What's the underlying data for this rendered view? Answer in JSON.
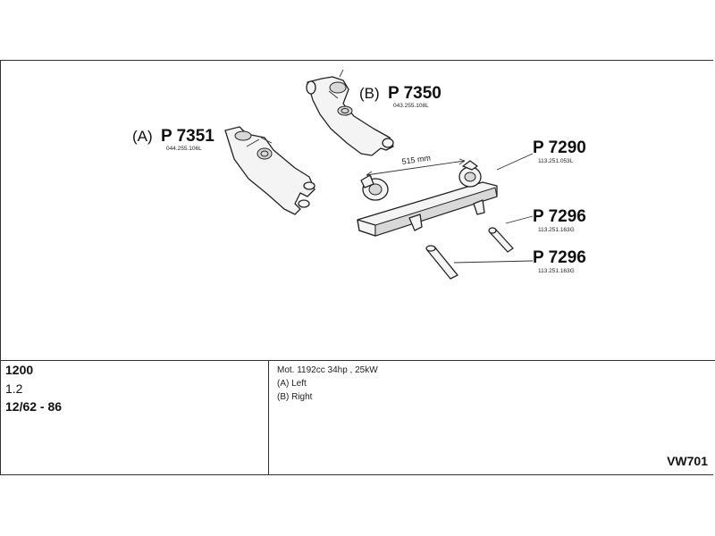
{
  "parts": [
    {
      "id": "A",
      "side_letter": "(A)",
      "number": "P 7351",
      "ref": "044.255.106L"
    },
    {
      "id": "B",
      "side_letter": "(B)",
      "number": "P 7350",
      "ref": "043.255.108L"
    },
    {
      "id": "muffler",
      "number": "P 7290",
      "ref": "113.251.053L"
    },
    {
      "id": "tailpipe-1",
      "number": "P 7296",
      "ref": "113.251.163G"
    },
    {
      "id": "tailpipe-2",
      "number": "P 7296",
      "ref": "113.251.163G"
    }
  ],
  "dimension": "515 mm",
  "vehicle": {
    "model": "1200",
    "engine": "1.2",
    "years": "12/62 - 86"
  },
  "notes": [
    "Mot. 1192cc 34hp , 25kW",
    "(A) Left",
    "(B) Right"
  ],
  "diagram_code": "VW701"
}
